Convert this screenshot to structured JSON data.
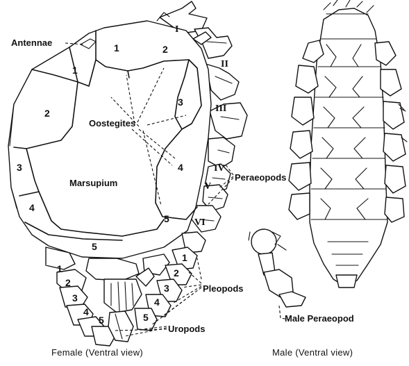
{
  "female": {
    "caption": "Female (Ventral view)",
    "labels": {
      "antennae": "Antennae",
      "oostegites": "Oostegites",
      "marsupium": "Marsupium",
      "peraeopods": "Peraeopods",
      "pleopods": "Pleopods",
      "uropods": "Uropods"
    },
    "oostegite_numbers": [
      "1",
      "2",
      "1",
      "2",
      "3",
      "3",
      "4",
      "4",
      "5",
      "5"
    ],
    "peraeopod_numerals": [
      "I",
      "II",
      "III",
      "IV",
      "V",
      "VI"
    ],
    "pleopod_numbers": [
      "1",
      "2",
      "3",
      "4",
      "5",
      "1",
      "2",
      "3",
      "4",
      "5"
    ]
  },
  "male": {
    "caption": "Male (Ventral view)",
    "peraeopod_label": "Male Peraeopod"
  }
}
